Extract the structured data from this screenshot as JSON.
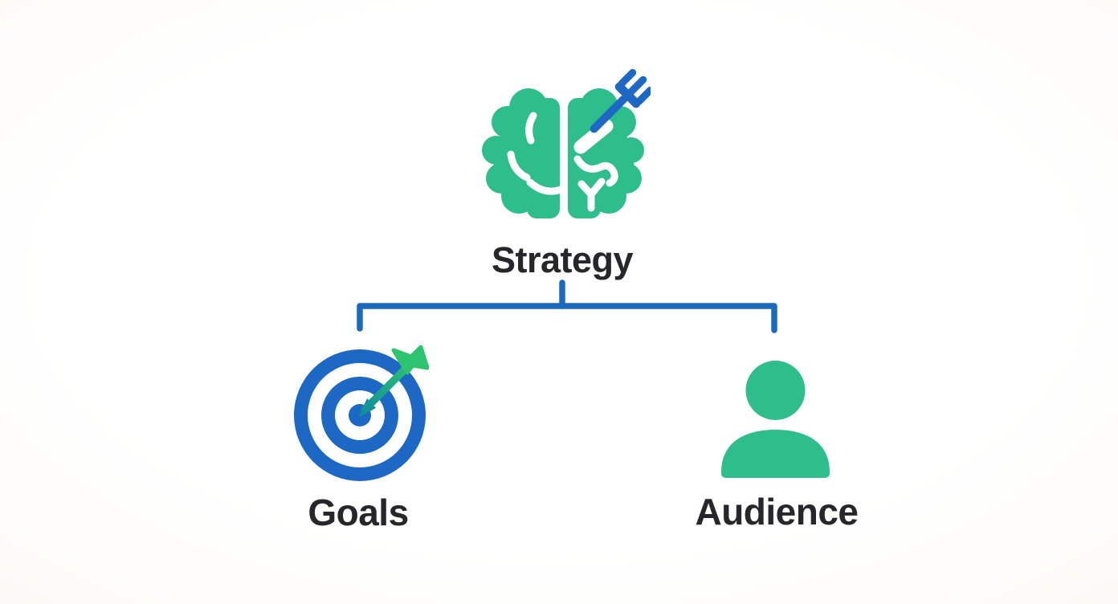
{
  "diagram": {
    "root": {
      "id": "strategy",
      "label": "Strategy",
      "icon": "brain-with-fork-icon"
    },
    "children": [
      {
        "id": "goals",
        "label": "Goals",
        "icon": "target-with-arrow-icon"
      },
      {
        "id": "audience",
        "label": "Audience",
        "icon": "person-icon"
      }
    ]
  },
  "colors": {
    "green": "#2DBE8C",
    "blue": "#1C68C4",
    "connector_blue": "#1A6ABD",
    "arrow_green": "#2EC46F",
    "arrow_teal": "#0F8F9B",
    "text": "#26262B",
    "background": "#FCFAF7"
  }
}
